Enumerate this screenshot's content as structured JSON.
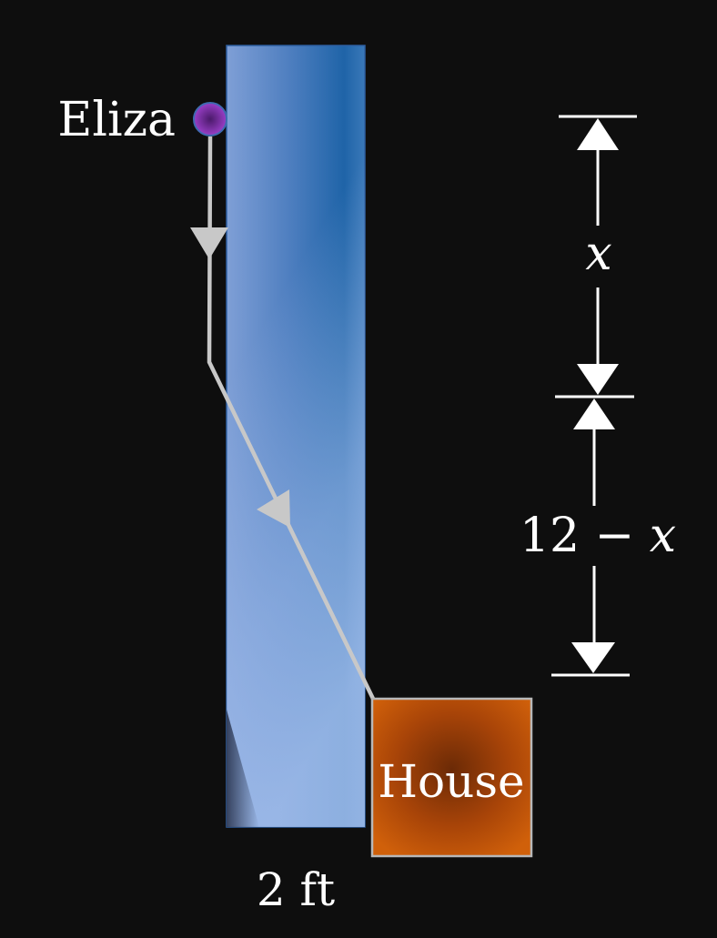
{
  "labels": {
    "person": "Eliza",
    "destination": "House",
    "width": "2 ft",
    "upper_segment": "x",
    "lower_segment_prefix": "12 − ",
    "lower_segment_var": "x"
  },
  "colors": {
    "background": "#0e0e0e",
    "river_dark": "#1f64a8",
    "river_light": "#8fb0e4",
    "path": "#c8c8c8",
    "person_dot": "#7a2fa0",
    "house_fill": "#c85a0a",
    "house_border": "#b8b8b8",
    "dimension_lines": "#ffffff"
  }
}
